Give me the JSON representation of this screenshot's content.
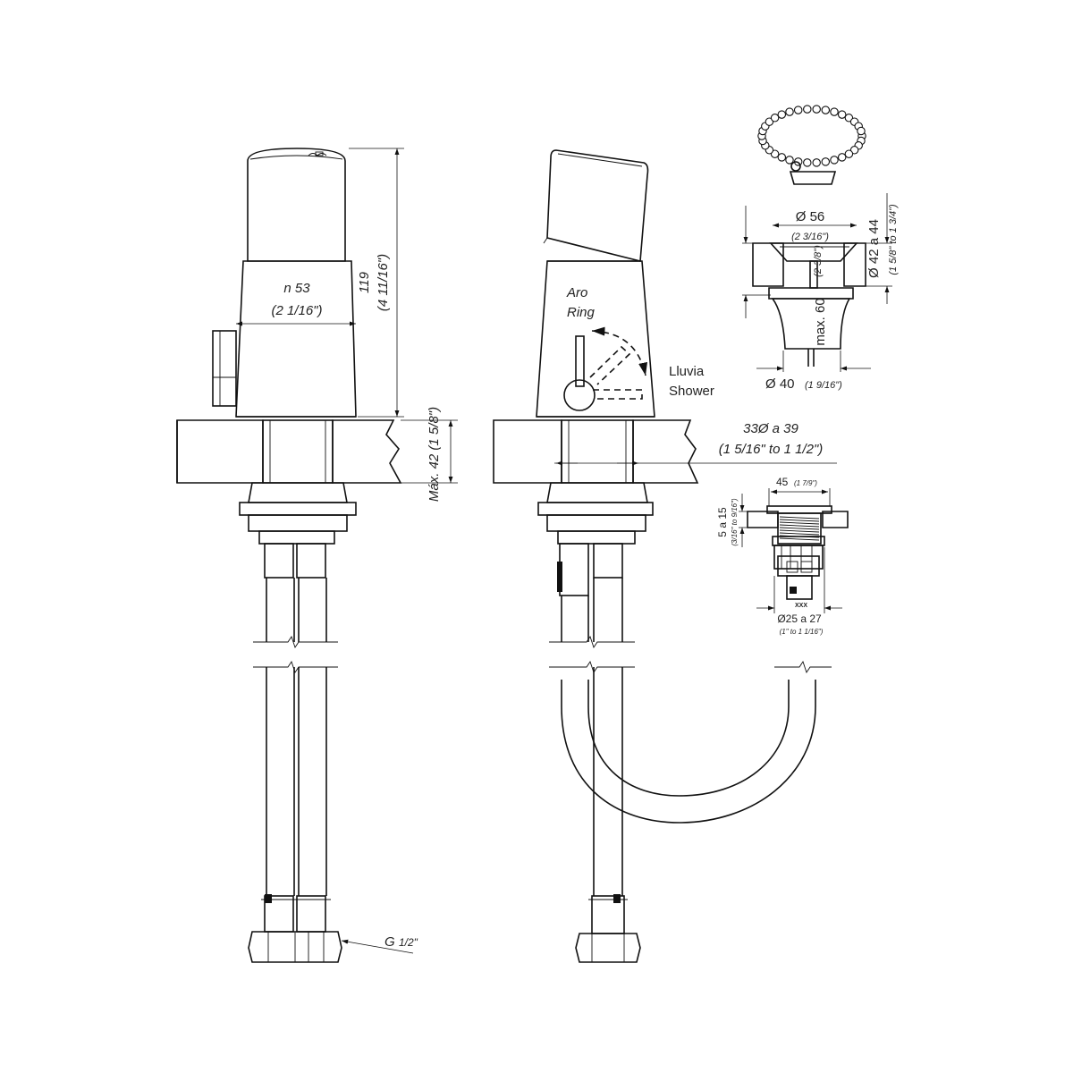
{
  "front_view": {
    "width_label": "n 53",
    "width_label_imperial": "(2 1/16\")",
    "height_label": "119",
    "height_label_imperial": "(4 11/16\")",
    "max_thickness_label": "Máx. 42 (1 5/8\")",
    "connection_label": "G",
    "connection_fraction": "1/2\""
  },
  "side_view": {
    "ring_label_es": "Aro",
    "ring_label_en": "Ring",
    "shower_label_es": "Lluvia",
    "shower_label_en": "Shower",
    "hole_label": "33Ø a 39",
    "hole_label_imperial": "(1 5/16\" to 1 1/2\")"
  },
  "plug_drain": {
    "top_diameter": "Ø 56",
    "top_diameter_imperial": "(2 3/16\")",
    "flange_label": "(2 3/8\")",
    "thickness_label": "Ø 42 a 44",
    "thickness_label_imperial": "(1 5/8\" to 1 3/4\")",
    "max_depth_label": "max. 60",
    "bottom_diameter": "Ø 40",
    "bottom_diameter_imperial": "(1 9/16\")"
  },
  "pop_up_drain": {
    "width_label": "45",
    "width_label_imperial": "(1 7/9\")",
    "thickness_label": "5 a 15",
    "thickness_label_imperial": "(3/16\" to 9/16\")",
    "hole_label": "Ø25 a 27",
    "hole_label_imperial": "(1\" to 1 1/16\")",
    "part_code": "XXX"
  }
}
